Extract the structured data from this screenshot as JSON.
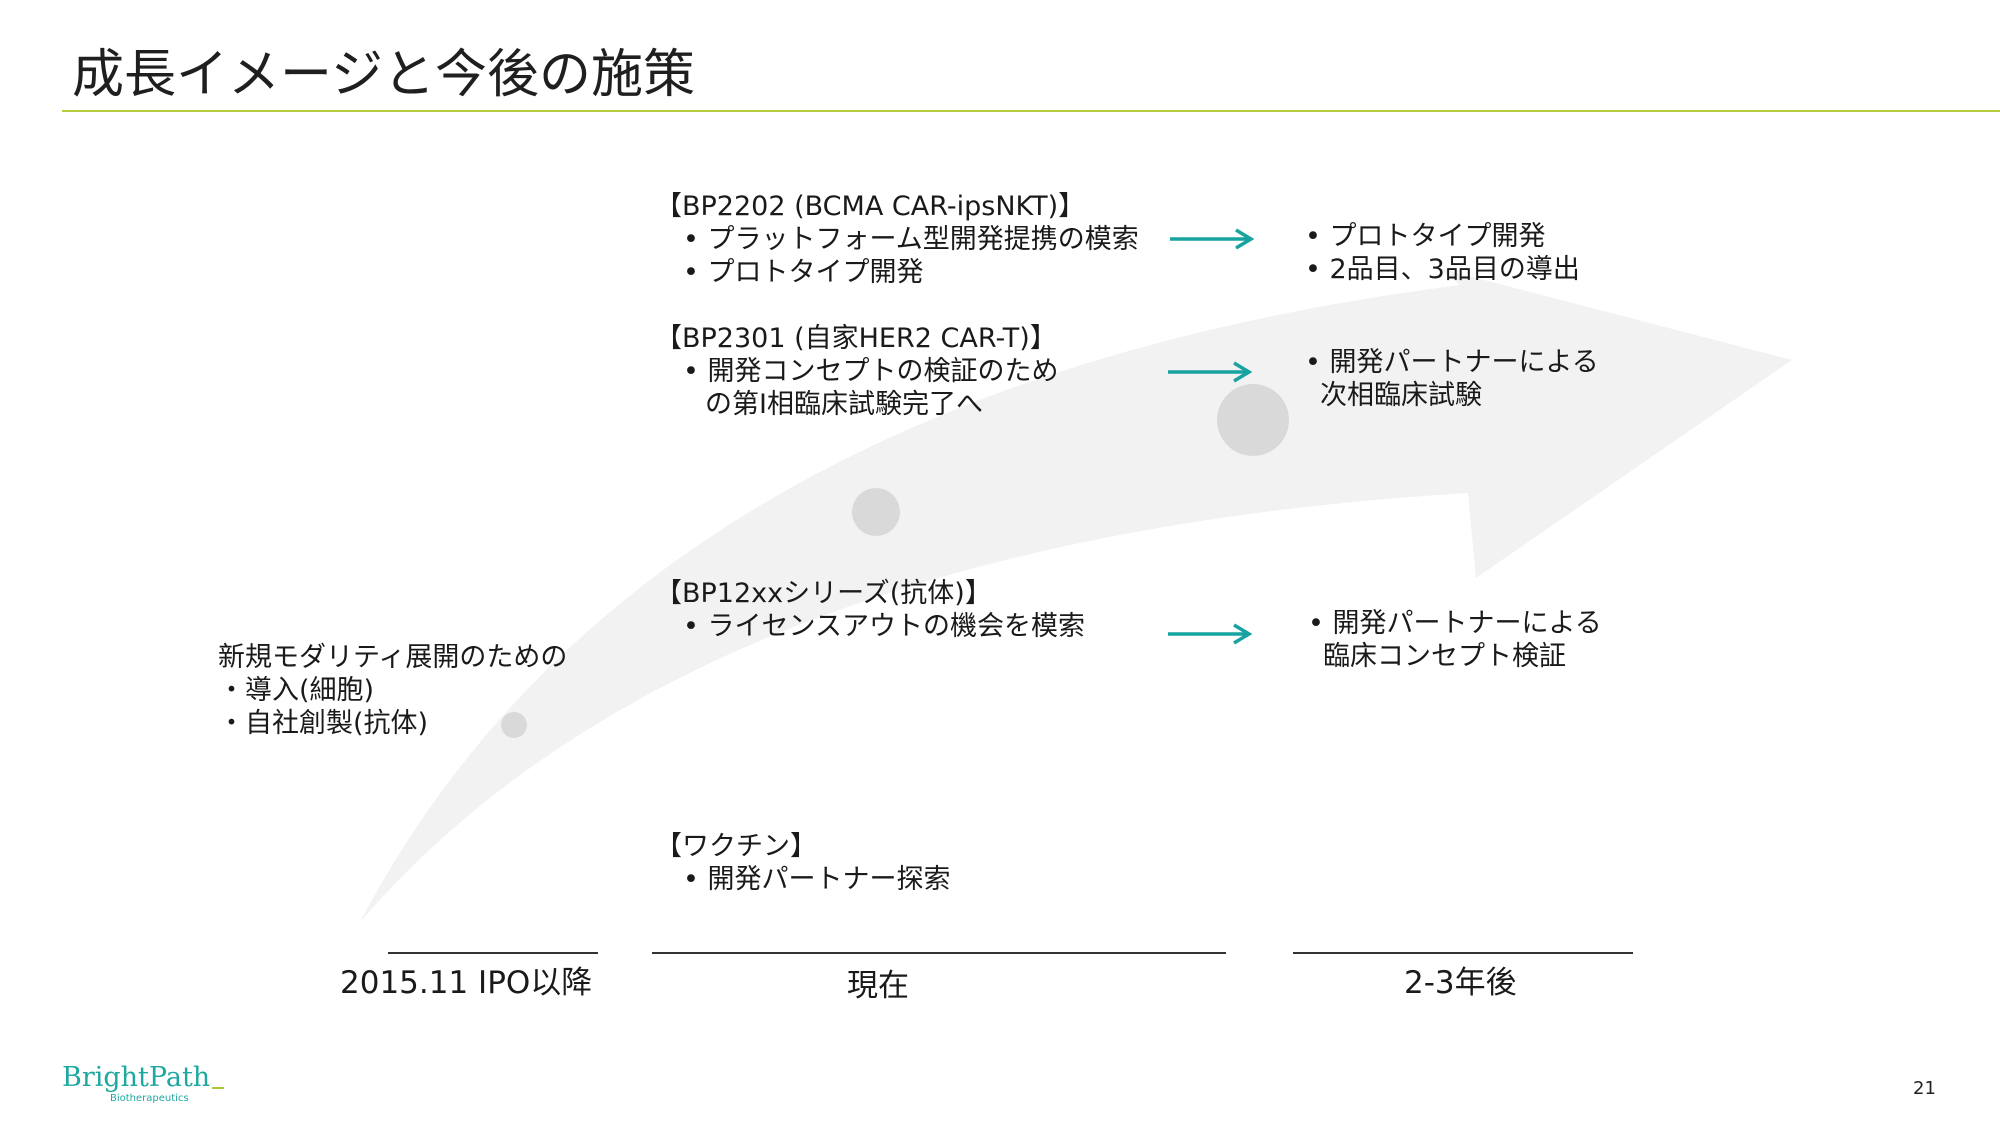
{
  "title": "成長イメージと今後の施策",
  "colors": {
    "accent_rule": "#b5cc3d",
    "arrow": "#17a3a0",
    "brand": "#1ea8a0",
    "circle": "#d9d9d9",
    "band": "#f2f2f2"
  },
  "left_note": {
    "line1": "新規モダリティ展開のための",
    "line2": "・導入(細胞)",
    "line3": "・自社創製(抗体)"
  },
  "programs": [
    {
      "head": "【BP2202 (BCMA CAR-ipsNKT)】",
      "item1": "• プラットフォーム型開発提携の模索",
      "item2": "• プロトタイプ開発"
    },
    {
      "head": "【BP2301 (自家HER2 CAR-T)】",
      "item1": "• 開発コンセプトの検証のため",
      "item1_cont": "の第I相臨床試験完了へ"
    },
    {
      "head": "【BP12xxシリーズ(抗体)】",
      "item1": "• ライセンスアウトの機会を模索"
    },
    {
      "head": "【ワクチン】",
      "item1": "• 開発パートナー探索"
    }
  ],
  "future": [
    {
      "item1": "• プロトタイプ開発",
      "item2": "• 2品目、3品目の導出"
    },
    {
      "item1": "• 開発パートナーによる",
      "item1_cont": "次相臨床試験"
    },
    {
      "item1": "• 開発パートナーによる",
      "item1_cont": "臨床コンセプト検証"
    }
  ],
  "timeline": {
    "past": "2015.11 IPO以降",
    "now": "現在",
    "future": "2-3年後"
  },
  "logo": {
    "brand": "BrightPath",
    "sub": "Biotherapeutics"
  },
  "page_number": "21"
}
